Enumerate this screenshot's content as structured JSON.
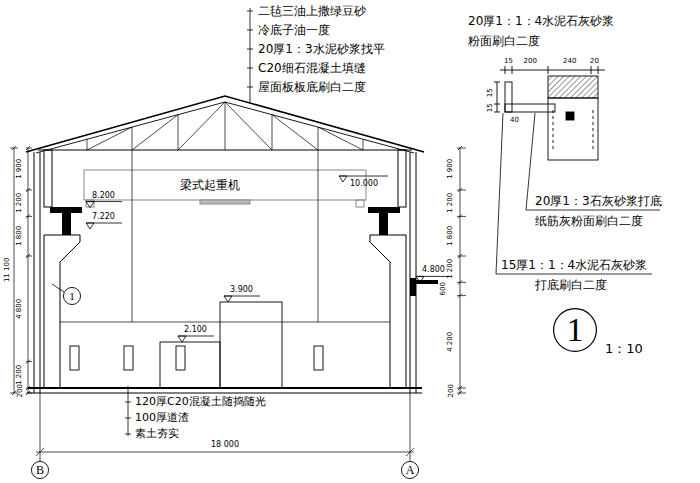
{
  "diagram": {
    "nodes": [
      {
        "text": [
          "1"
        ]
      },
      {
        "text": [
          "1",
          "1：10"
        ]
      },
      {
        "text": [
          "B"
        ]
      },
      {
        "text": [
          "A"
        ]
      }
    ],
    "labels": [
      "二毡三油上撒绿豆砂",
      "冷底子油一度",
      "20厚1：3水泥砂浆找平",
      "C20细石混凝土填缝",
      "屋面板板底刷白二度",
      "20厚1：1：4水泥石灰砂浆",
      "粉面刷白二度",
      "15",
      "200",
      "240",
      "20",
      "15",
      "15",
      "40",
      "20厚1：3石灰砂浆打底",
      "纸筋灰粉面刷白二度",
      "15厚1：1：4水泥石灰砂浆",
      "打底刷白二度",
      "梁式起重机",
      "10.000",
      "8.200",
      "7.220",
      "4.800",
      "3.900",
      "2.100",
      "120厚C20混凝土随捣随光",
      "100厚道渣",
      "素土夯实",
      "18 000",
      "11 100",
      "1 900",
      "1 200",
      "1 800",
      "4 800",
      "1 200",
      "200",
      "1 900",
      "1 200",
      "1 800",
      "1 200",
      "600",
      "4 200",
      "200"
    ]
  }
}
